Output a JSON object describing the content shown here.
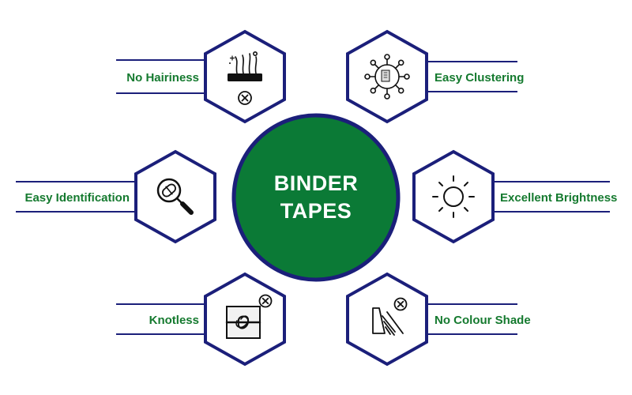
{
  "center": {
    "line1": "BINDER",
    "line2": "TAPES"
  },
  "features": [
    {
      "label": "No Hairiness",
      "icon": "no-hairiness-icon"
    },
    {
      "label": "Easy Clustering",
      "icon": "virus-cluster-icon"
    },
    {
      "label": "Easy Identification",
      "icon": "magnifier-capsule-icon"
    },
    {
      "label": "Excellent Brightness",
      "icon": "sun-icon"
    },
    {
      "label": "Knotless",
      "icon": "knot-crossed-icon"
    },
    {
      "label": "No Colour Shade",
      "icon": "shade-crossed-icon"
    }
  ],
  "colors": {
    "navy": "#1b1f7a",
    "green": "#0b7a36",
    "label_green": "#157a2f",
    "icon": "#111111",
    "white": "#ffffff"
  }
}
